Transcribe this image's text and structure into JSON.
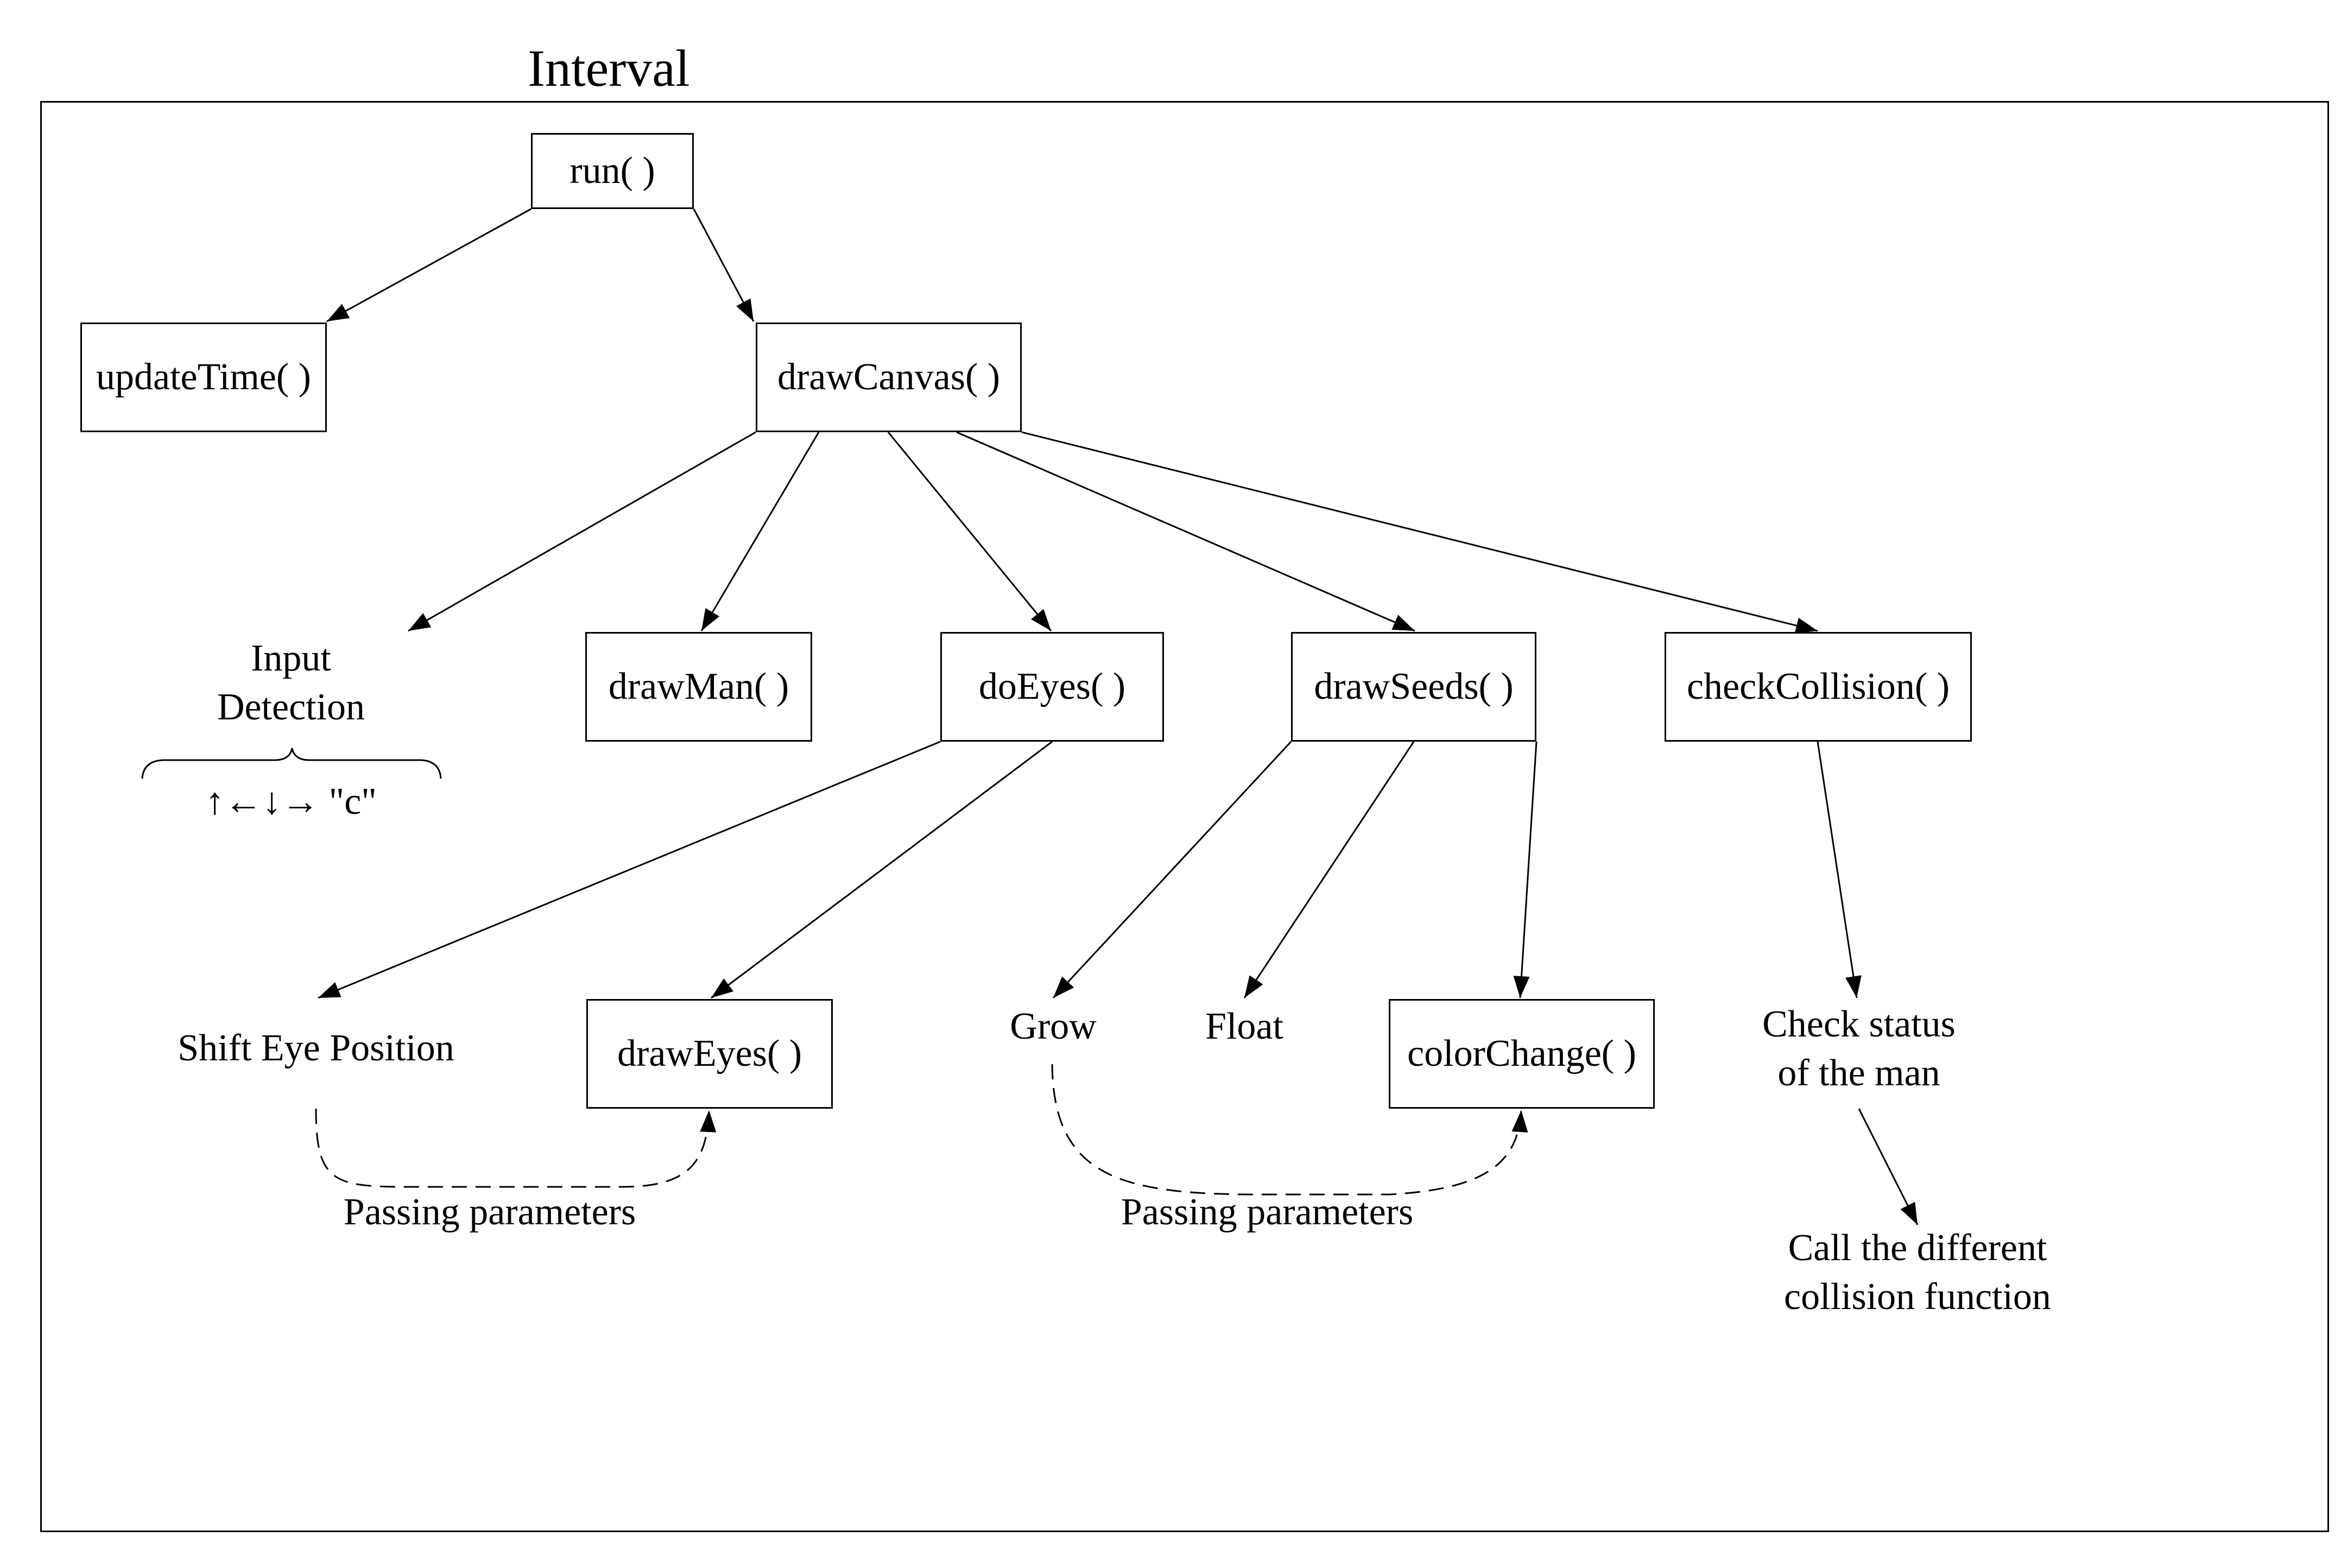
{
  "title": "Interval",
  "nodes": {
    "run": "run( )",
    "update_time": "updateTime( )",
    "draw_canvas": "drawCanvas( )",
    "draw_man": "drawMan( )",
    "do_eyes": "doEyes( )",
    "draw_seeds": "drawSeeds( )",
    "check_collision": "checkCollision( )",
    "draw_eyes": "drawEyes( )",
    "color_change": "colorChange( )"
  },
  "labels": {
    "input_detection_line1": "Input",
    "input_detection_line2": "Detection",
    "input_keys": "↑←↓→ \"c\"",
    "shift_eye_position": "Shift Eye Position",
    "grow": "Grow",
    "float": "Float",
    "check_status_line1": "Check status",
    "check_status_line2": "of the man",
    "call_collision_line1": "Call the different",
    "call_collision_line2": "collision function",
    "passing_parameters_left": "Passing parameters",
    "passing_parameters_right": "Passing parameters"
  }
}
